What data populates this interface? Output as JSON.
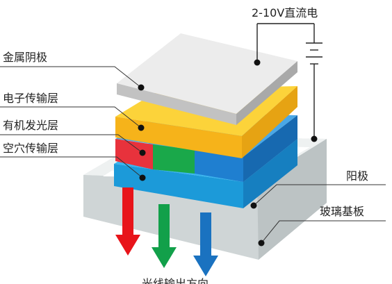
{
  "labels": {
    "power": "2-10V直流电",
    "cathode": "金属阴极",
    "etl": "电子传输层",
    "eml": "有机发光层",
    "htl": "空穴传输层",
    "anode": "阳极",
    "glass": "玻璃基板",
    "emission": "光线输出方向"
  },
  "colors": {
    "cathode_top": "#ececec",
    "cathode_front": "#bdbdbd",
    "etl": "#f5c518",
    "eml_red": "#e8323c",
    "eml_green": "#1aa84a",
    "eml_blue": "#1f7fd0",
    "htl": "#22a0e8",
    "glass": "#dfe3e4",
    "arrow_red": "#e8141a",
    "arrow_green": "#12a04a",
    "arrow_blue": "#1a72c0"
  }
}
